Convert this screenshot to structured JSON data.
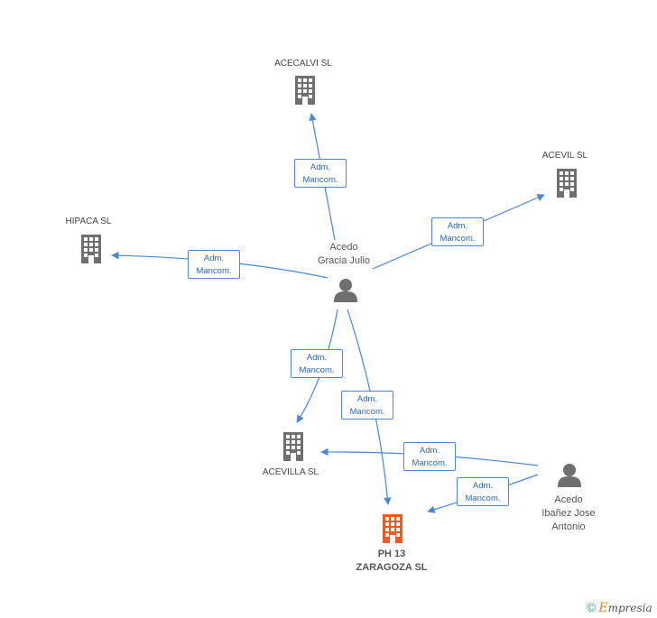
{
  "colors": {
    "edge": "#4a86d9",
    "company_icon": "#6f6f6f",
    "main_company_icon": "#ee5a24",
    "person_icon": "#6f6f6f"
  },
  "nodes": {
    "acecalvi": {
      "label": "ACECALVI SL"
    },
    "acevil": {
      "label": "ACEVIL SL"
    },
    "hipaca": {
      "label": "HIPACA SL"
    },
    "acevilla": {
      "label": "ACEVILLA SL"
    },
    "ph13": {
      "line1": "PH 13",
      "line2": "ZARAGOZA SL"
    },
    "acedo_gracia": {
      "line1": "Acedo",
      "line2": "Gracia Julio"
    },
    "acedo_ibanez": {
      "line1": "Acedo",
      "line2": "Ibañez Jose",
      "line3": "Antonio"
    }
  },
  "edges": {
    "e1": {
      "line1": "Adm.",
      "line2": "Mancom."
    },
    "e2": {
      "line1": "Adm.",
      "line2": "Mancom."
    },
    "e3": {
      "line1": "Adm.",
      "line2": "Mancom."
    },
    "e4": {
      "line1": "Adm.",
      "line2": "Mancom."
    },
    "e5": {
      "line1": "Adm.",
      "line2": "Mancom."
    },
    "e6": {
      "line1": "Adm.",
      "line2": "Mancom."
    },
    "e7": {
      "line1": "Adm.",
      "line2": "Mancom."
    }
  },
  "footer": {
    "copyright": "©",
    "brand_first": "E",
    "brand_rest": "mpresia"
  }
}
